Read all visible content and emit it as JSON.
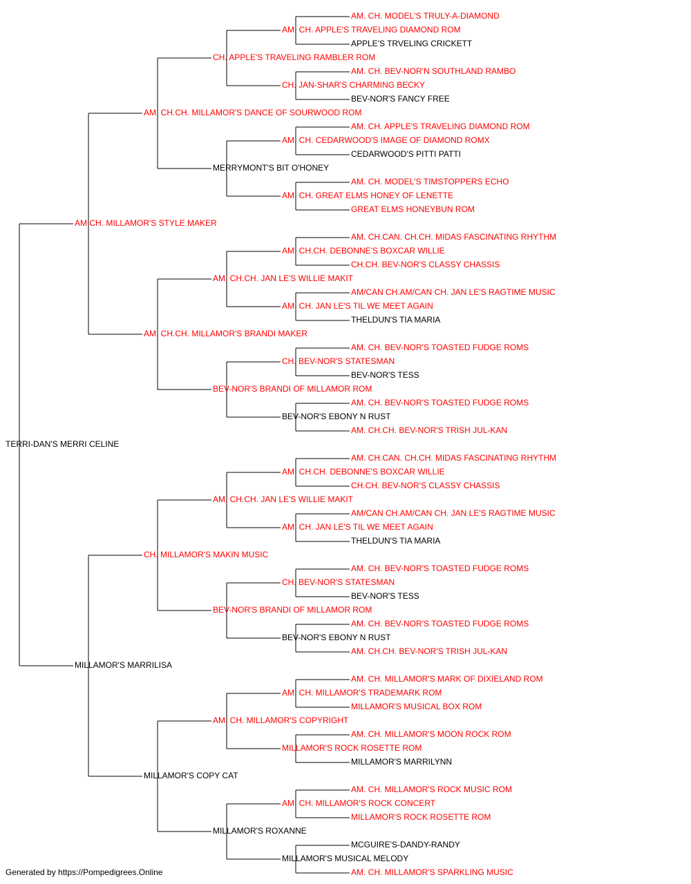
{
  "colors": {
    "champion": "#ff0000",
    "normal": "#000000",
    "line": "#000000"
  },
  "pedigree": {
    "subject": "TERRI-DAN'S MERRI CELINE",
    "entries": [
      {
        "gen": 5,
        "name": "AM. CH. MODEL'S TRULY-A-DIAMOND",
        "champion": true
      },
      {
        "gen": 4,
        "name": "AM. CH. APPLE'S TRAVELING DIAMOND ROM",
        "champion": true
      },
      {
        "gen": 5,
        "name": "APPLE'S TRVELING CRICKETT",
        "champion": false
      },
      {
        "gen": 3,
        "name": "CH. APPLE'S TRAVELING RAMBLER ROM",
        "champion": true
      },
      {
        "gen": 5,
        "name": "AM. CH. BEV-NOR'N SOUTHLAND RAMBO",
        "champion": true
      },
      {
        "gen": 4,
        "name": "CH. JAN-SHAR'S CHARMING BECKY",
        "champion": true
      },
      {
        "gen": 5,
        "name": "BEV-NOR'S FANCY FREE",
        "champion": false
      },
      {
        "gen": 2,
        "name": "AM. CH.CH. MILLAMOR'S DANCE OF SOURWOOD ROM",
        "champion": true
      },
      {
        "gen": 5,
        "name": "AM. CH. APPLE'S TRAVELING DIAMOND ROM",
        "champion": true
      },
      {
        "gen": 4,
        "name": "AM. CH. CEDARWOOD'S IMAGE OF DIAMOND ROMX",
        "champion": true
      },
      {
        "gen": 5,
        "name": "CEDARWOOD'S PITTI PATTI",
        "champion": false
      },
      {
        "gen": 3,
        "name": "MERRYMONT'S BIT O'HONEY",
        "champion": false
      },
      {
        "gen": 5,
        "name": "AM. CH. MODEL'S TIMSTOPPERS ECHO",
        "champion": true
      },
      {
        "gen": 4,
        "name": "AM. CH. GREAT ELMS HONEY OF LENETTE",
        "champion": true
      },
      {
        "gen": 5,
        "name": "GREAT ELMS HONEYBUN ROM",
        "champion": true
      },
      {
        "gen": 1,
        "name": "AM CH. MILLAMOR'S STYLE MAKER",
        "champion": true
      },
      {
        "gen": 5,
        "name": "AM. CH.CAN. CH.CH. MIDAS FASCINATING RHYTHM",
        "champion": true
      },
      {
        "gen": 4,
        "name": "AM. CH.CH. DEBONNE'S BOXCAR WILLIE",
        "champion": true
      },
      {
        "gen": 5,
        "name": "CH.CH. BEV-NOR'S CLASSY CHASSIS",
        "champion": true
      },
      {
        "gen": 3,
        "name": "AM. CH.CH. JAN LE'S WILLIE MAKIT",
        "champion": true
      },
      {
        "gen": 5,
        "name": "AM/CAN CH.AM/CAN CH. JAN LE'S RAGTIME MUSIC",
        "champion": true
      },
      {
        "gen": 4,
        "name": "AM. CH. JAN LE'S TIL WE MEET AGAIN",
        "champion": true
      },
      {
        "gen": 5,
        "name": "THELDUN'S TIA MARIA",
        "champion": false
      },
      {
        "gen": 2,
        "name": "AM. CH.CH. MILLAMOR'S BRANDI MAKER",
        "champion": true
      },
      {
        "gen": 5,
        "name": "AM. CH. BEV-NOR'S TOASTED FUDGE ROMS",
        "champion": true
      },
      {
        "gen": 4,
        "name": "CH. BEV-NOR'S STATESMAN",
        "champion": true
      },
      {
        "gen": 5,
        "name": "BEV-NOR'S TESS",
        "champion": false
      },
      {
        "gen": 3,
        "name": "BEV-NOR'S BRANDI OF MILLAMOR ROM",
        "champion": true
      },
      {
        "gen": 5,
        "name": "AM. CH. BEV-NOR'S TOASTED FUDGE ROMS",
        "champion": true
      },
      {
        "gen": 4,
        "name": "BEV-NOR'S EBONY N RUST",
        "champion": false
      },
      {
        "gen": 5,
        "name": "AM. CH.CH. BEV-NOR'S TRISH JUL-KAN",
        "champion": true
      },
      {
        "gen": 0,
        "name": "TERRI-DAN'S MERRI CELINE",
        "champion": false
      },
      {
        "gen": 5,
        "name": "AM. CH.CAN. CH.CH. MIDAS FASCINATING RHYTHM",
        "champion": true
      },
      {
        "gen": 4,
        "name": "AM. CH.CH. DEBONNE'S BOXCAR WILLIE",
        "champion": true
      },
      {
        "gen": 5,
        "name": "CH.CH. BEV-NOR'S CLASSY CHASSIS",
        "champion": true
      },
      {
        "gen": 3,
        "name": "AM. CH.CH. JAN LE'S WILLIE MAKIT",
        "champion": true
      },
      {
        "gen": 5,
        "name": "AM/CAN CH.AM/CAN CH. JAN LE'S RAGTIME MUSIC",
        "champion": true
      },
      {
        "gen": 4,
        "name": "AM. CH. JAN LE'S TIL WE MEET AGAIN",
        "champion": true
      },
      {
        "gen": 5,
        "name": "THELDUN'S TIA MARIA",
        "champion": false
      },
      {
        "gen": 2,
        "name": "CH. MILLAMOR'S MAKIN MUSIC",
        "champion": true
      },
      {
        "gen": 5,
        "name": "AM. CH. BEV-NOR'S TOASTED FUDGE ROMS",
        "champion": true
      },
      {
        "gen": 4,
        "name": "CH. BEV-NOR'S STATESMAN",
        "champion": true
      },
      {
        "gen": 5,
        "name": "BEV-NOR'S TESS",
        "champion": false
      },
      {
        "gen": 3,
        "name": "BEV-NOR'S BRANDI OF MILLAMOR ROM",
        "champion": true
      },
      {
        "gen": 5,
        "name": "AM. CH. BEV-NOR'S TOASTED FUDGE ROMS",
        "champion": true
      },
      {
        "gen": 4,
        "name": "BEV-NOR'S EBONY N RUST",
        "champion": false
      },
      {
        "gen": 5,
        "name": "AM. CH.CH. BEV-NOR'S TRISH JUL-KAN",
        "champion": true
      },
      {
        "gen": 1,
        "name": "MILLAMOR'S MARRILISA",
        "champion": false
      },
      {
        "gen": 5,
        "name": "AM. CH. MILLAMOR'S MARK OF DIXIELAND ROM",
        "champion": true
      },
      {
        "gen": 4,
        "name": "AM. CH. MILLAMOR'S TRADEMARK ROM",
        "champion": true
      },
      {
        "gen": 5,
        "name": "MILLAMOR'S MUSICAL BOX ROM",
        "champion": true
      },
      {
        "gen": 3,
        "name": "AM. CH. MILLAMOR'S COPYRIGHT",
        "champion": true
      },
      {
        "gen": 5,
        "name": "AM. CH. MILLAMOR'S MOON ROCK ROM",
        "champion": true
      },
      {
        "gen": 4,
        "name": "MILLAMOR'S ROCK ROSETTE ROM",
        "champion": true
      },
      {
        "gen": 5,
        "name": "MILLAMOR'S MARRILYNN",
        "champion": false
      },
      {
        "gen": 2,
        "name": "MILLAMOR'S COPY CAT",
        "champion": false
      },
      {
        "gen": 5,
        "name": "AM. CH. MILLAMOR'S ROCK MUSIC ROM",
        "champion": true
      },
      {
        "gen": 4,
        "name": "AM. CH. MILLAMOR'S ROCK CONCERT",
        "champion": true
      },
      {
        "gen": 5,
        "name": "MILLAMOR'S ROCK ROSETTE ROM",
        "champion": true
      },
      {
        "gen": 3,
        "name": "MILLAMOR'S ROXANNE",
        "champion": false
      },
      {
        "gen": 5,
        "name": "MCGUIRE'S-DANDY-RANDY",
        "champion": false
      },
      {
        "gen": 4,
        "name": "MILLAMOR'S MUSICAL MELODY",
        "champion": false
      },
      {
        "gen": 5,
        "name": "AM. CH. MILLAMOR'S SPARKLING MUSIC",
        "champion": true
      }
    ]
  },
  "footer": {
    "text": "Generated by https://Pompedigrees.Online"
  }
}
